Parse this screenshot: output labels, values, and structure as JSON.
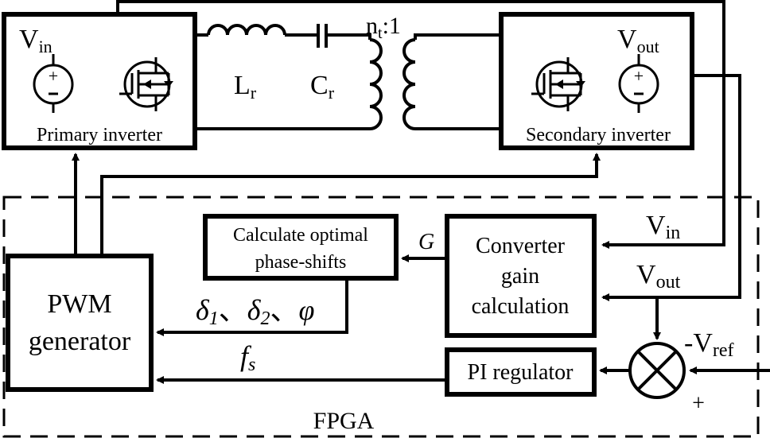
{
  "blocks": {
    "primary_inverter": {
      "source": "V",
      "source_sub": "in",
      "label": "Primary inverter"
    },
    "secondary_inverter": {
      "source": "V",
      "source_sub": "out",
      "label": "Secondary inverter"
    },
    "pwm_generator": {
      "line1": "PWM",
      "line2": "generator"
    },
    "calc_phase": {
      "line1": "Calculate optimal",
      "line2": "phase-shifts"
    },
    "converter_gain": {
      "line1": "Converter",
      "line2": "gain",
      "line3": "calculation"
    },
    "pi_regulator": {
      "label": "PI regulator"
    },
    "fpga": {
      "label": "FPGA"
    }
  },
  "components": {
    "inductor": {
      "main": "L",
      "sub": "r"
    },
    "capacitor": {
      "main": "C",
      "sub": "r"
    },
    "transformer": {
      "main": "n",
      "sub": "t",
      "ratio": ":1"
    }
  },
  "signals": {
    "gain": "G",
    "phase_shifts": {
      "d1": "δ",
      "d1_sub": "1",
      "sep1": "、",
      "d2": "δ",
      "d2_sub": "2",
      "sep2": "、",
      "phi": "φ"
    },
    "freq": {
      "main": "f",
      "sub": "s"
    },
    "vin": {
      "main": "V",
      "sub": "in"
    },
    "vout": {
      "main": "V",
      "sub": "out"
    },
    "vref": {
      "main": "-V",
      "sub": "ref"
    },
    "plus": "+"
  }
}
